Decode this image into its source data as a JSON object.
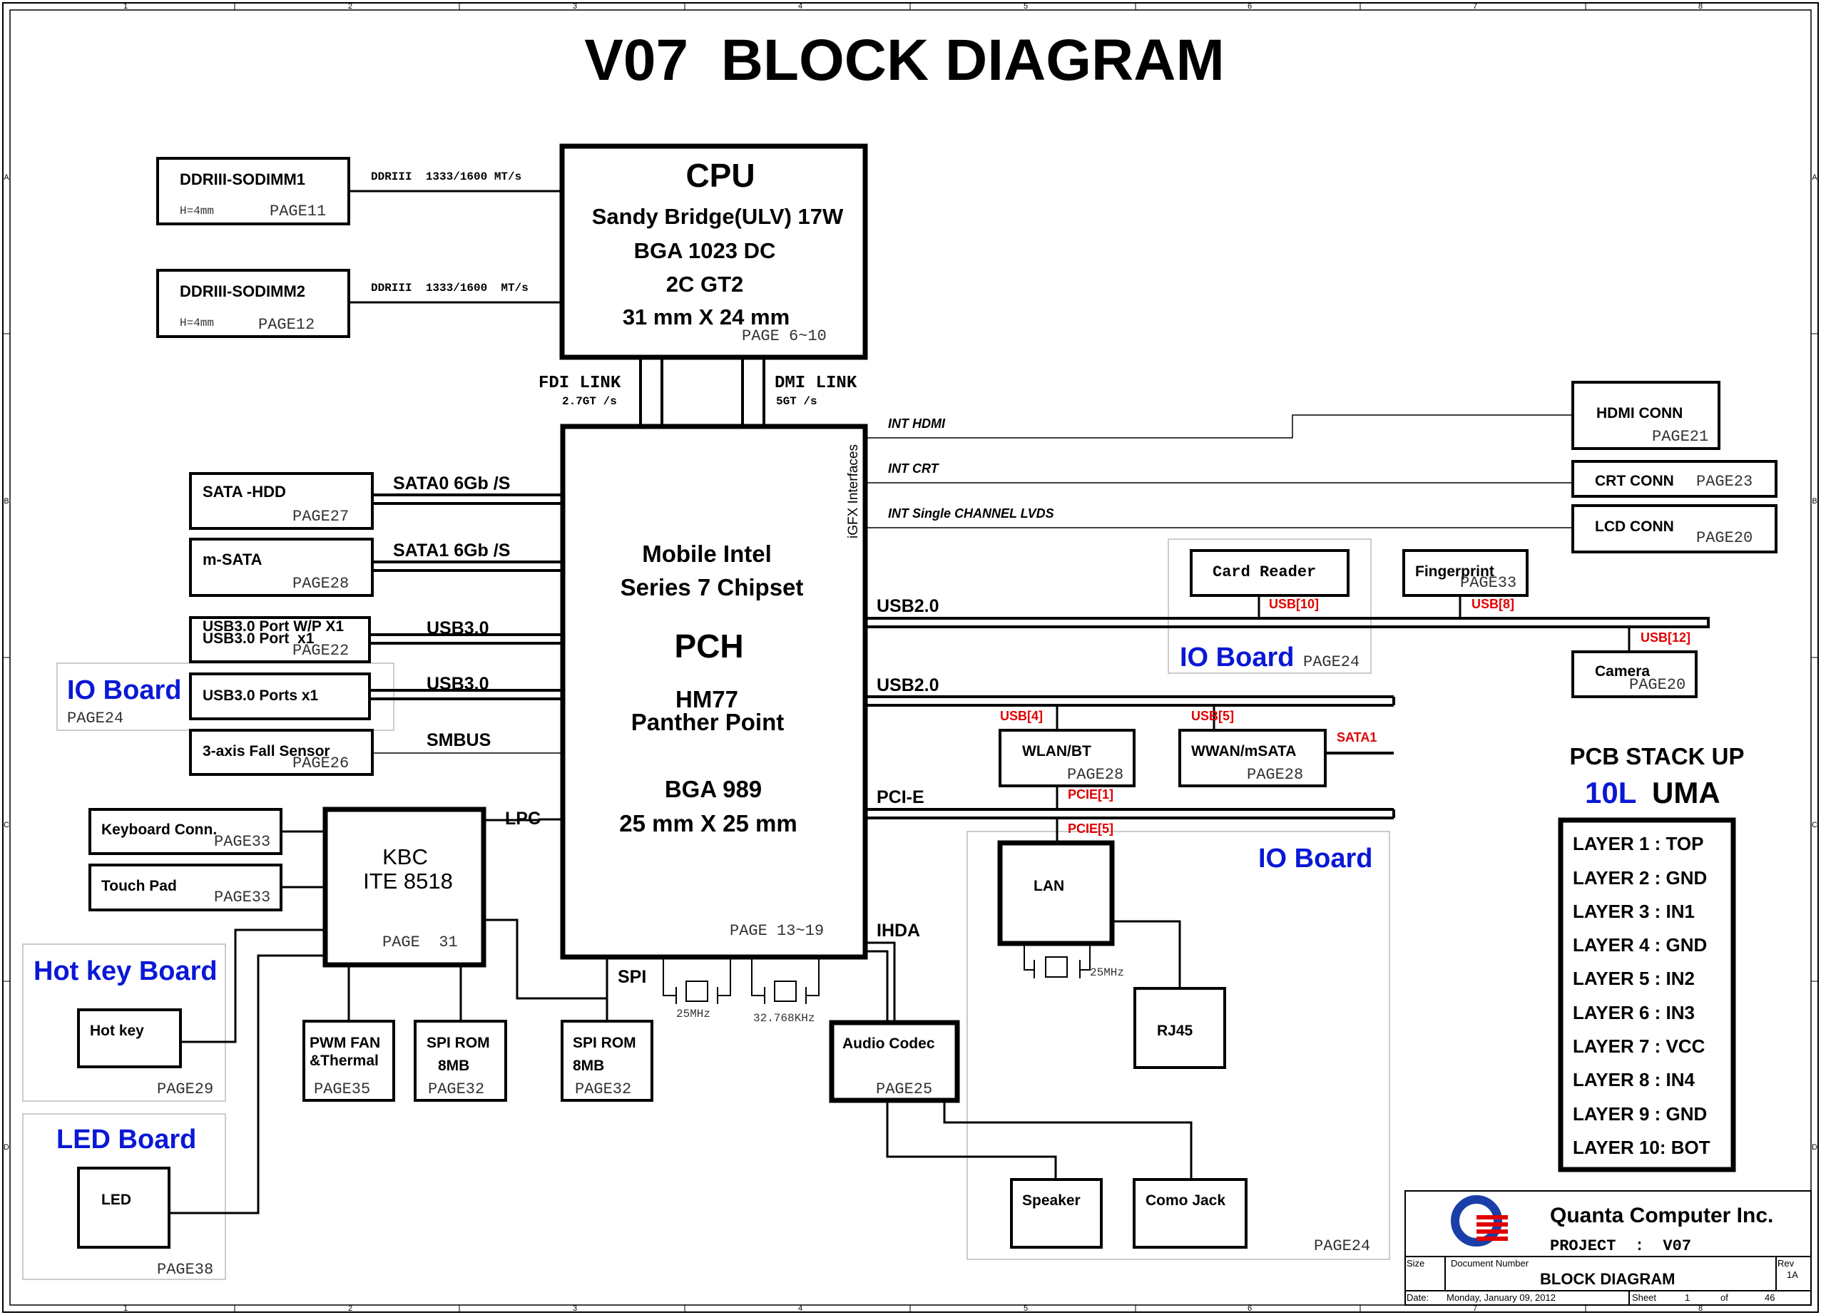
{
  "title": "V07  BLOCK DIAGRAM",
  "border": {
    "cols": [
      "1",
      "2",
      "3",
      "4",
      "5",
      "6",
      "7",
      "8"
    ],
    "rows": [
      "A",
      "B",
      "C",
      "D"
    ]
  },
  "cpu": {
    "title": "CPU",
    "line1": "Sandy Bridge(ULV) 17W",
    "line2": "BGA 1023 DC",
    "line3": "2C GT2",
    "line4": "31 mm X 24 mm",
    "page": "PAGE 6~10"
  },
  "dimm1": {
    "label": "DDRIII-SODIMM1",
    "h": "H=4mm",
    "page": "PAGE11",
    "bus": "DDRIII  1333/1600 MT/s"
  },
  "dimm2": {
    "label": "DDRIII-SODIMM2",
    "h": "H=4mm",
    "page": "PAGE12",
    "bus": "DDRIII  1333/1600  MT/s"
  },
  "links": {
    "fdi": "FDI LINK",
    "fdi_rate": "2.7GT /s",
    "dmi": "DMI LINK",
    "dmi_rate": "5GT /s"
  },
  "pch": {
    "l1": "Mobile Intel",
    "l2": "Series 7 Chipset",
    "l3": "PCH",
    "l4": "HM77",
    "l5": "Panther Point",
    "l6": "BGA 989",
    "l7": "25 mm X 25 mm",
    "page": "PAGE 13~19",
    "igfx": "iGFX Interfaces"
  },
  "left": {
    "sata_hdd": {
      "label": "SATA -HDD",
      "page": "PAGE27",
      "bus": "SATA0 6Gb /S"
    },
    "msata": {
      "label": "m-SATA",
      "page": "PAGE28",
      "bus": "SATA1 6Gb /S"
    },
    "usb3_wp": {
      "label1": "USB3.0 Port W/P X1",
      "label2": "USB3.0 Port  x1",
      "page": "PAGE22",
      "bus": "USB3.0"
    },
    "usb3_ports": {
      "label": "USB3.0 Ports x1",
      "bus": "USB3.0"
    },
    "io_board": {
      "label": "IO Board",
      "page": "PAGE24"
    },
    "fall": {
      "label": "3-axis Fall Sensor",
      "page": "PAGE26",
      "bus": "SMBUS"
    }
  },
  "kbc": {
    "l1": "KBC",
    "l2": "ITE 8518",
    "page": "PAGE  31",
    "bus": "LPC"
  },
  "keyboard": {
    "label": "Keyboard Conn.",
    "page": "PAGE33"
  },
  "touchpad": {
    "label": "Touch Pad",
    "page": "PAGE33"
  },
  "hotkey_board": {
    "title": "Hot key Board",
    "label": "Hot key",
    "page": "PAGE29"
  },
  "led_board": {
    "title": "LED Board",
    "label": "LED",
    "page": "PAGE38"
  },
  "pwm": {
    "l1": "PWM FAN",
    "l2": "&Thermal",
    "page": "PAGE35"
  },
  "spirom1": {
    "l1": "SPI ROM",
    "l2": "8MB",
    "page": "PAGE32"
  },
  "spirom2": {
    "l1": "SPI ROM",
    "l2": "8MB",
    "page": "PAGE32"
  },
  "spi": "SPI",
  "xtal1": "25MHz",
  "xtal2": "32.768KHz",
  "ihda": "IHDA",
  "audio": {
    "label": "Audio Codec",
    "page": "PAGE25"
  },
  "speaker": "Speaker",
  "combo": "Como Jack",
  "right": {
    "int_hdmi": "INT HDMI",
    "int_crt": "INT CRT",
    "int_lvds": "INT Single CHANNEL LVDS",
    "hdmi": {
      "label": "HDMI CONN",
      "page": "PAGE21"
    },
    "crt": {
      "label": "CRT CONN",
      "page": "PAGE23"
    },
    "lcd": {
      "label": "LCD CONN",
      "page": "PAGE20"
    },
    "card": {
      "label": "Card Reader",
      "usb": "USB[10]"
    },
    "io_board": {
      "label": "IO Board",
      "page": "PAGE24"
    },
    "finger": {
      "label": "Fingerprint",
      "page": "PAGE33",
      "usb": "USB[8]"
    },
    "camera": {
      "label": "Camera",
      "page": "PAGE20",
      "usb": "USB[12]"
    },
    "usb2a": "USB2.0",
    "usb2b": "USB2.0",
    "wlan": {
      "label": "WLAN/BT",
      "page": "PAGE28",
      "usb": "USB[4]",
      "pcie": "PCIE[1]"
    },
    "wwan": {
      "label": "WWAN/mSATA",
      "page": "PAGE28",
      "usb": "USB[5]",
      "sata": "SATA1"
    },
    "pcie": "PCI-E",
    "lan": {
      "label": "LAN",
      "pcie": "PCIE[5]",
      "xtal": "25MHz"
    },
    "rj45": "RJ45",
    "io_board2": {
      "label": "IO Board",
      "page": "PAGE24"
    }
  },
  "stack": {
    "title": "PCB STACK UP",
    "layers_num": "10L",
    "uma": "UMA",
    "layers": [
      "LAYER 1 : TOP",
      "LAYER 2 : GND",
      "LAYER 3 : IN1",
      "LAYER 4 : GND",
      "LAYER 5 : IN2",
      "LAYER 6 : IN3",
      "LAYER 7 : VCC",
      "LAYER 8 : IN4",
      "LAYER 9 : GND",
      "LAYER 10: BOT"
    ]
  },
  "titleblock": {
    "company": "Quanta Computer Inc.",
    "project": "PROJECT  :  V07",
    "size_label": "Size",
    "docnum_label": "Document Number",
    "rev_label": "Rev",
    "rev": "1A",
    "doc": "BLOCK DIAGRAM",
    "date_label": "Date:",
    "date": "Monday, January 09, 2012",
    "sheet_label": "Sheet",
    "sheet": "1",
    "of_label": "of",
    "total": "46"
  }
}
